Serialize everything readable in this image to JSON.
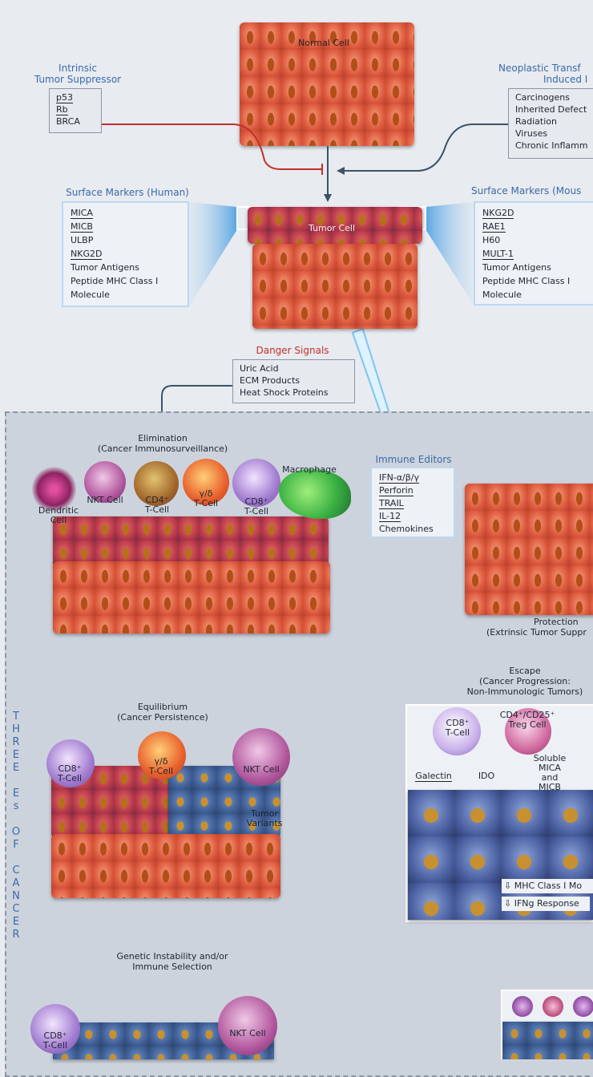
{
  "top": {
    "normal_cell": "Normal Cell",
    "tumor_cell": "Tumor Cell",
    "intrinsic": {
      "title_line1": "Intrinsic",
      "title_line2": "Tumor Suppressor",
      "items": [
        "p53",
        "Rb",
        "BRCA"
      ]
    },
    "neoplastic": {
      "title_line1": "Neoplastic Transf",
      "title_line2": "Induced I",
      "items": [
        "Carcinogens",
        "Inherited Defect",
        "Radiation",
        "Viruses",
        "Chronic Inflamm"
      ]
    },
    "surface_human": {
      "title": "Surface Markers (Human)",
      "items": [
        "MICA",
        "MICB",
        "ULBP",
        "NKG2D",
        "Tumor Antigens",
        "Peptide MHC Class I",
        "Molecule"
      ]
    },
    "surface_mouse": {
      "title": "Surface Markers (Mous",
      "items": [
        "NKG2D",
        "RAE1",
        "H60",
        "MULT-1",
        "Tumor Antigens",
        "Peptide MHC Class I",
        "Molecule"
      ]
    },
    "danger": {
      "title": "Danger Signals",
      "items": [
        "Uric Acid",
        "ECM Products",
        "Heat Shock Proteins"
      ]
    }
  },
  "elimination": {
    "title_line1": "Elimination",
    "title_line2": "(Cancer Immunosurveillance)",
    "dendritic_line1": "Dendritic",
    "dendritic_line2": "Cell",
    "nkt": "NKT Cell",
    "cd4_line1": "CD4⁺",
    "cd4_line2": "T-Cell",
    "gd_line1": "γ/δ",
    "gd_line2": "T-Cell",
    "cd8_line1": "CD8⁺",
    "cd8_line2": "T-Cell",
    "macrophage": "Macrophage"
  },
  "immune_editors": {
    "title": "Immune Editors",
    "items": [
      "IFN-α/β/γ",
      "Perforin",
      "TRAIL",
      "IL-12",
      "Chemokines"
    ]
  },
  "protection": {
    "line1": "Protection",
    "line2": "(Extrinsic Tumor Suppr"
  },
  "equilibrium": {
    "title_line1": "Equilibrium",
    "title_line2": "(Cancer Persistence)",
    "cd8_line1": "CD8⁺",
    "cd8_line2": "T-Cell",
    "gd_line1": "γ/δ",
    "gd_line2": "T-Cell",
    "nkt": "NKT Cell",
    "variants_line1": "Tumor",
    "variants_line2": "Variants"
  },
  "escape": {
    "title_line1": "Escape",
    "title_line2": "(Cancer Progression:",
    "title_line3": "Non-Immunologic Tumors)",
    "cd8_line1": "CD8⁺",
    "cd8_line2": "T-Cell",
    "treg_line1": "CD4⁺/CD25⁺",
    "treg_line2": "Treg Cell",
    "galectin": "Galectin",
    "ido": "IDO",
    "soluble_line1": "Soluble",
    "soluble_line2": "MICA",
    "soluble_line3": "and",
    "soluble_line4": "MICB",
    "mhc": "⇩ MHC Class I Mo",
    "ifng": "⇩ IFNg Response"
  },
  "genetic": {
    "line1": "Genetic Instability and/or",
    "line2": "Immune Selection"
  },
  "bottom": {
    "cd8_line1": "CD8⁺",
    "cd8_line2": "T-Cell",
    "nkt": "NKT Cell"
  },
  "side_title": [
    "T",
    "H",
    "R",
    "E",
    "E",
    "",
    "E",
    "s",
    "",
    "O",
    "F",
    "",
    "C",
    "A",
    "N",
    "C",
    "E",
    "R"
  ]
}
